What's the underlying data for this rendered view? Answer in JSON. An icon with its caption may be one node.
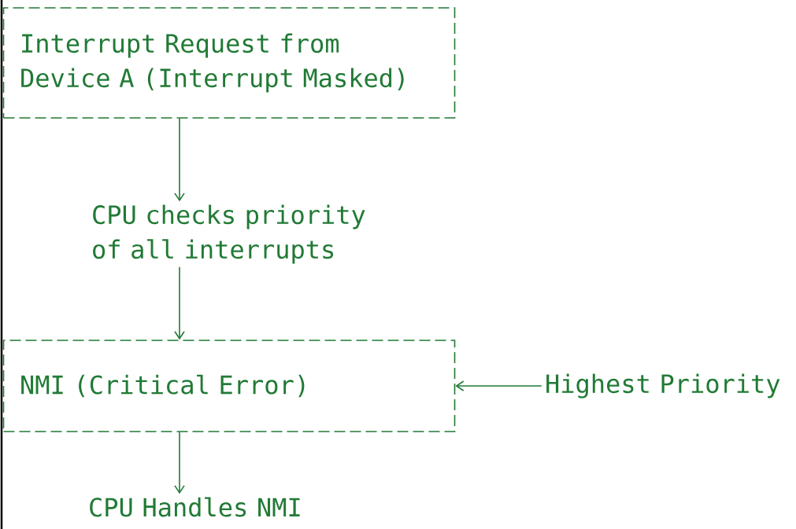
{
  "diagram": {
    "nodes": [
      {
        "text": [
          "Interrupt Request from Device A (Interrupt Masked)"
        ]
      },
      {
        "text": [
          "CPU checks priority of all interrupts"
        ]
      },
      {
        "text": [
          "NMI (Critical Error)"
        ]
      },
      {
        "text": [
          "CPU Handles NMI"
        ]
      },
      {
        "text": [
          "Highest Priority"
        ]
      }
    ],
    "edges": [
      {
        "from": 0,
        "to": 1,
        "arrow": "to"
      },
      {
        "from": 1,
        "to": 2,
        "arrow": "to"
      },
      {
        "from": 2,
        "to": 3,
        "arrow": "to"
      },
      {
        "from": 4,
        "to": 2,
        "arrow": "to"
      }
    ]
  }
}
